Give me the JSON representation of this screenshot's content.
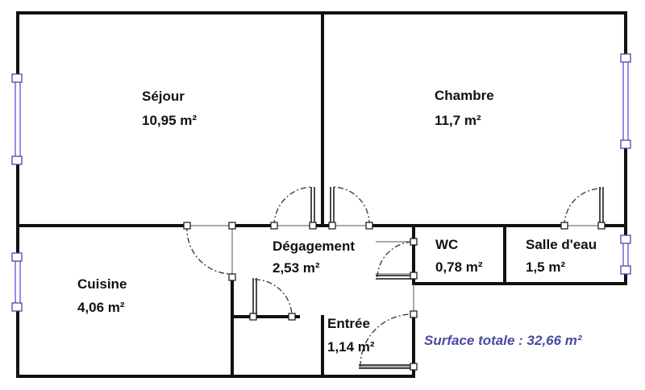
{
  "rooms": {
    "sejour": {
      "name": "Séjour",
      "area": "10,95 m²"
    },
    "chambre": {
      "name": "Chambre",
      "area": "11,7 m²"
    },
    "degagement": {
      "name": "Dégagement",
      "area": "2,53 m²"
    },
    "wc": {
      "name": "WC",
      "area": "0,78 m²"
    },
    "salle_eau": {
      "name": "Salle d'eau",
      "area": "1,5 m²"
    },
    "cuisine": {
      "name": "Cuisine",
      "area": "4,06 m²"
    },
    "entree": {
      "name": "Entrée",
      "area": "1,14 m²"
    }
  },
  "total": {
    "label": "Surface totale : 32,66 m²"
  },
  "colors": {
    "wall": "#111111",
    "window": "#6a6ad8",
    "total_text": "#4a4aa0",
    "door_swing": "#333333"
  }
}
